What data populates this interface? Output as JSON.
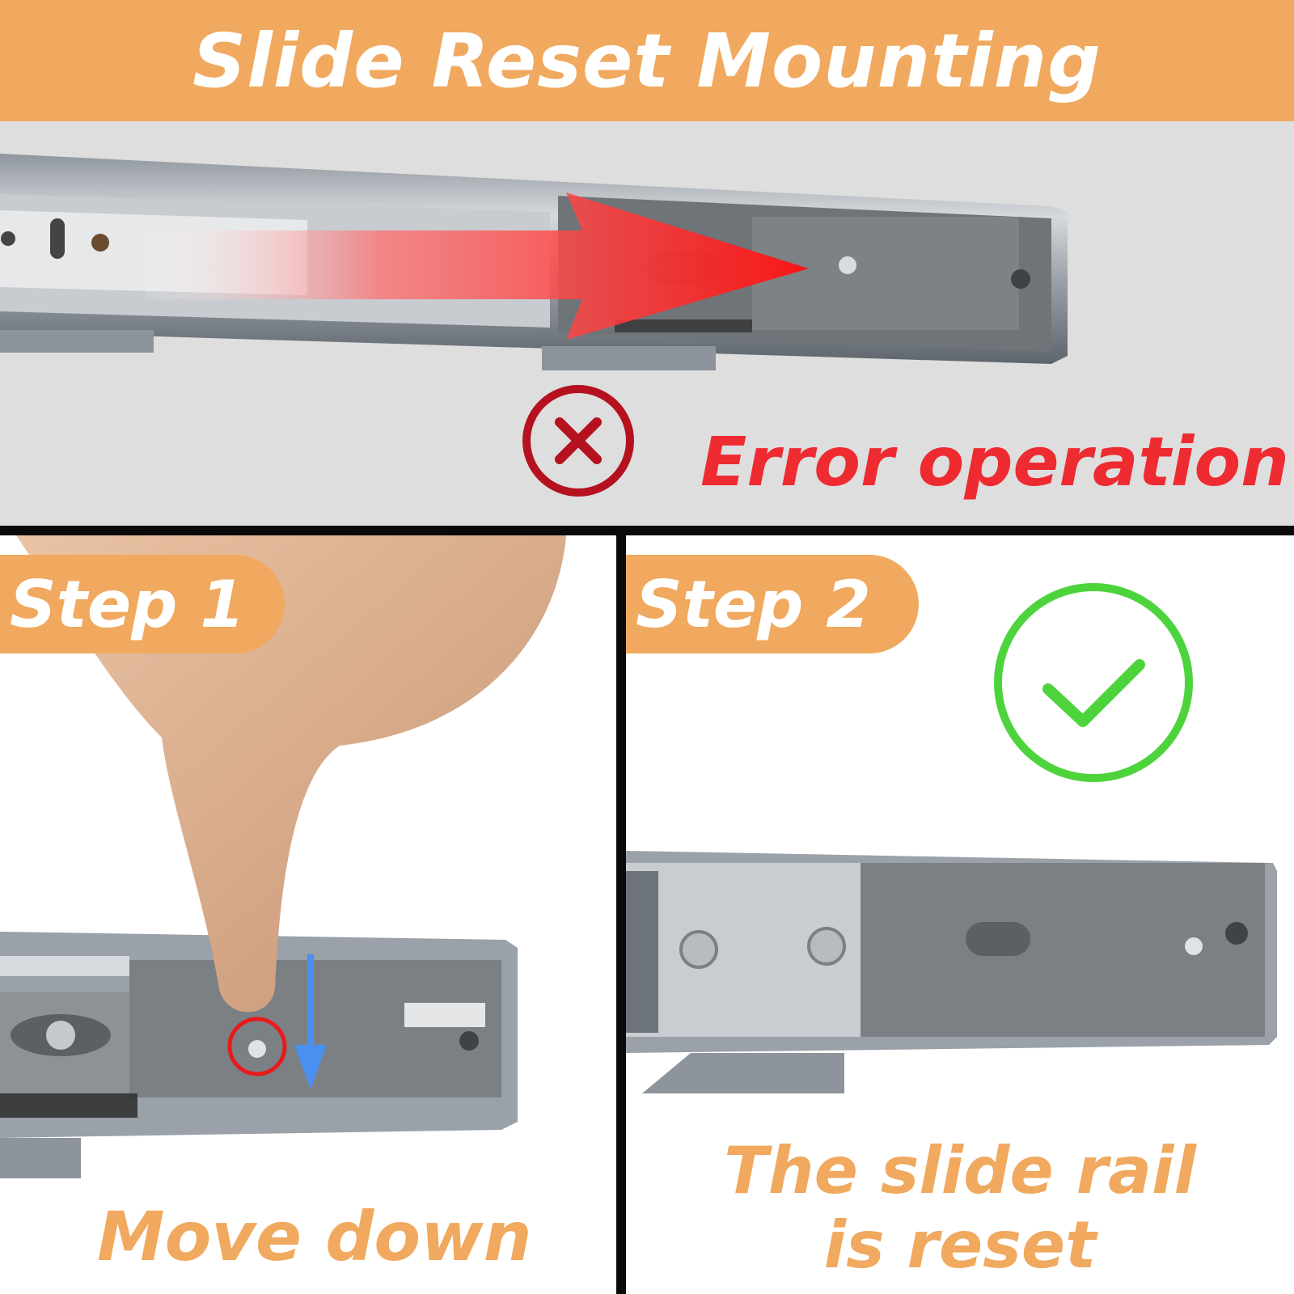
{
  "header": {
    "title": "Slide Reset Mounting"
  },
  "top": {
    "status_text": "Error operation",
    "status_icon": "cross-circle-icon",
    "status_color": "#ee2b31",
    "icon_color": "#b5111f",
    "arrow_color": "#ff2020"
  },
  "step1": {
    "label": "Step 1",
    "caption": "Move down",
    "arrow_color": "#4a90f0",
    "highlight_color": "#e81a1a"
  },
  "step2": {
    "label": "Step 2",
    "caption_line1": "The slide rail",
    "caption_line2": "is reset",
    "status_icon": "check-circle-icon",
    "status_color": "#4dd43c"
  },
  "theme": {
    "accent": "#f0a95e",
    "divider": "#0a0a0a",
    "panel_bg": "#dedede"
  }
}
